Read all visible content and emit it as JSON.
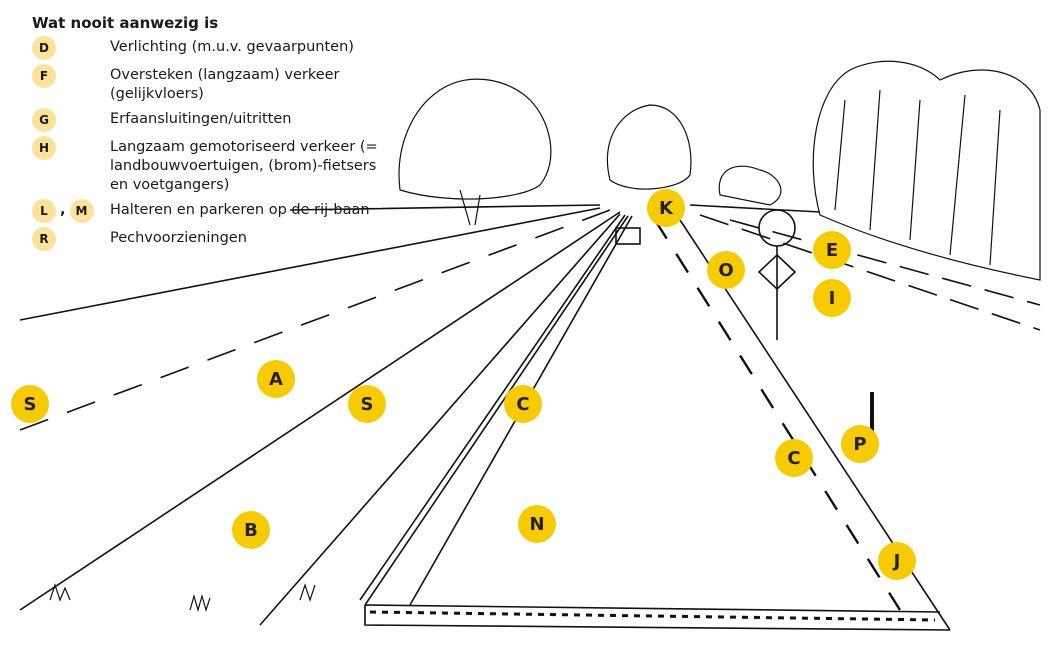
{
  "legend": {
    "title": "Wat nooit aanwezig is",
    "items": [
      {
        "badges": [
          "D"
        ],
        "text": "Verlichting (m.u.v. gevaarpunten)"
      },
      {
        "badges": [
          "F"
        ],
        "text": "Oversteken (langzaam) verkeer (gelijkvloers)"
      },
      {
        "badges": [
          "G"
        ],
        "text": "Erfaansluitingen/uitritten"
      },
      {
        "badges": [
          "H"
        ],
        "text": "Langzaam gemotoriseerd verkeer (= landbouwvoertuigen, (brom)-fietsers en voetgangers)"
      },
      {
        "badges": [
          "L",
          "M"
        ],
        "separator": ",",
        "text": "Halteren en parkeren op de rij-baan"
      },
      {
        "badges": [
          "R"
        ],
        "text": "Pechvoorzieningen"
      }
    ]
  },
  "markers": [
    "A",
    "S",
    "S",
    "C",
    "K",
    "O",
    "E",
    "I",
    "C",
    "P",
    "B",
    "N",
    "J"
  ],
  "colors": {
    "marker": "#f7cb00",
    "legend_badge": "#fde39a"
  }
}
